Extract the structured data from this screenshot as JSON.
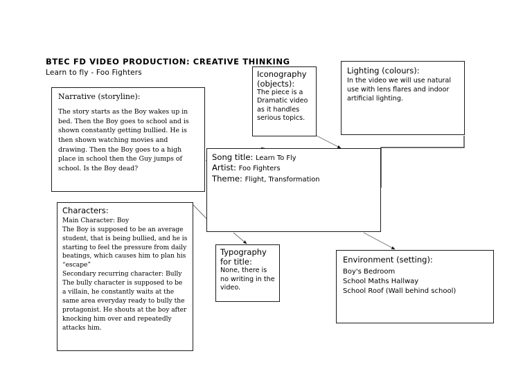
{
  "document": {
    "title": "BTEC FD VIDEO PRODUCTION: CREATIVE THINKING",
    "subtitle": "Learn to fly - Foo Fighters"
  },
  "boxes": {
    "narrative": {
      "heading": "Narrative (storyline):",
      "body": "The story starts as the Boy wakes up in bed. Then the Boy goes to school and is shown constantly getting bullied. He is then shown watching movies and drawing.  Then the Boy goes to a high place in school then the Guy jumps of school. Is the Boy dead?"
    },
    "iconography": {
      "heading": "Iconography (objects):",
      "body": "The piece is a Dramatic video as it handles serious topics."
    },
    "lighting": {
      "heading": "Lighting (colours):",
      "body": "In the video we will use natural use with lens flares and indoor artificial lighting."
    },
    "song": {
      "song_title_label": "Song title:",
      "song_title_value": "Learn To Fly",
      "artist_label": "Artist:",
      "artist_value": "Foo Fighters",
      "theme_label": "Theme:",
      "theme_value": "Flight, Transformation"
    },
    "characters": {
      "heading": "Characters:",
      "main_character_line": "Main Character: Boy",
      "main_character_desc": "The Boy is supposed to be an average student, that is being bullied, and he is starting to feel the pressure from daily beatings, which causes him to plan his “escape”",
      "secondary_character_line": "Secondary recurring character: Bully",
      "secondary_character_desc": "The bully character is supposed to be a villain, he constantly waits at the same area everyday ready to bully the protagonist. He shouts at the boy after knocking him over and repeatedly attacks him."
    },
    "typography": {
      "heading": "Typography for title:",
      "body": "None, there is no writing in the video."
    },
    "environment": {
      "heading": "Environment (setting):",
      "items": [
        "Boy's Bedroom",
        "School Maths Hallway",
        "School Roof (Wall behind school)"
      ]
    }
  },
  "colors": {
    "background": "#ffffff",
    "border": "#1a1a1a",
    "text": "#000000",
    "connector": "#555555"
  }
}
